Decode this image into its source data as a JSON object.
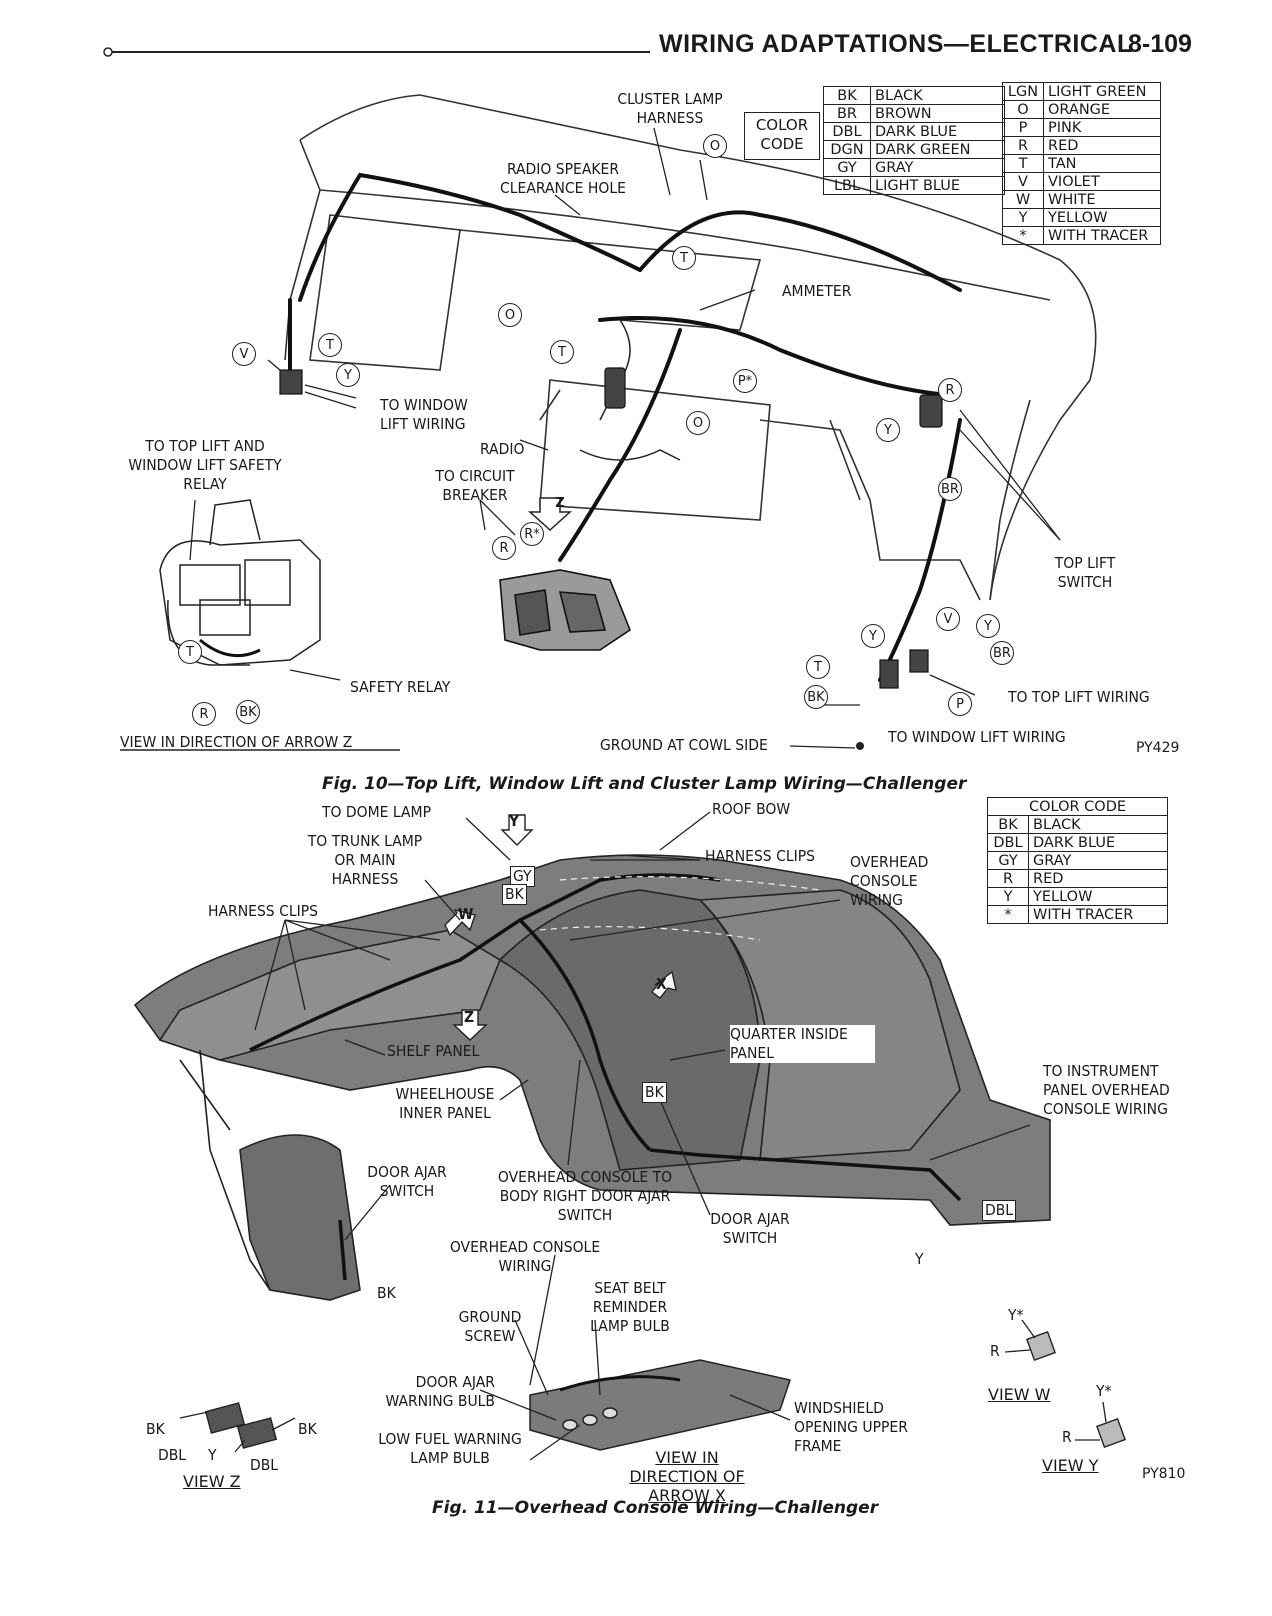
{
  "header": {
    "title": "WIRING ADAPTATIONS—ELECTRICAL",
    "page": "8-109"
  },
  "fig10": {
    "caption": "Fig. 10—Top Lift, Window Lift and Cluster Lamp Wiring—Challenger",
    "code": "PY429",
    "color_code_title": "COLOR CODE",
    "color_code_left": [
      {
        "k": "BK",
        "v": "BLACK"
      },
      {
        "k": "BR",
        "v": "BROWN"
      },
      {
        "k": "DBL",
        "v": "DARK BLUE"
      },
      {
        "k": "DGN",
        "v": "DARK GREEN"
      },
      {
        "k": "GY",
        "v": "GRAY"
      },
      {
        "k": "LBL",
        "v": "LIGHT BLUE"
      }
    ],
    "color_code_right": [
      {
        "k": "LGN",
        "v": "LIGHT GREEN"
      },
      {
        "k": "O",
        "v": "ORANGE"
      },
      {
        "k": "P",
        "v": "PINK"
      },
      {
        "k": "R",
        "v": "RED"
      },
      {
        "k": "T",
        "v": "TAN"
      },
      {
        "k": "V",
        "v": "VIOLET"
      },
      {
        "k": "W",
        "v": "WHITE"
      },
      {
        "k": "Y",
        "v": "YELLOW"
      },
      {
        "k": "*",
        "v": "WITH TRACER"
      }
    ],
    "labels": {
      "cluster_lamp_harness": "CLUSTER LAMP HARNESS",
      "radio_speaker": "RADIO SPEAKER CLEARANCE HOLE",
      "ammeter": "AMMETER",
      "to_window_lift_wiring": "TO WINDOW LIFT WIRING",
      "to_top_lift_relay": "TO TOP LIFT AND WINDOW LIFT SAFETY RELAY",
      "radio": "RADIO",
      "to_circuit_breaker": "TO CIRCUIT BREAKER",
      "top_lift_switch": "TOP LIFT SWITCH",
      "safety_relay": "SAFETY RELAY",
      "to_top_lift_wiring": "TO TOP LIFT WIRING",
      "ground_at_cowl": "GROUND AT COWL SIDE",
      "to_window_lift_wiring_2": "TO WINDOW LIFT WIRING",
      "view_arrow_z": "VIEW IN DIRECTION OF ARROW Z"
    }
  },
  "fig11": {
    "caption": "Fig. 11—Overhead Console Wiring—Challenger",
    "code": "PY810",
    "color_code_title": "COLOR CODE",
    "color_code": [
      {
        "k": "BK",
        "v": "BLACK"
      },
      {
        "k": "DBL",
        "v": "DARK BLUE"
      },
      {
        "k": "GY",
        "v": "GRAY"
      },
      {
        "k": "R",
        "v": "RED"
      },
      {
        "k": "Y",
        "v": "YELLOW"
      },
      {
        "k": "*",
        "v": "WITH TRACER"
      }
    ],
    "labels": {
      "to_dome_lamp": "TO DOME LAMP",
      "roof_bow": "ROOF BOW",
      "to_trunk_lamp": "TO TRUNK LAMP OR MAIN HARNESS",
      "harness_clips_top": "HARNESS CLIPS",
      "overhead_console_wiring": "OVERHEAD CONSOLE WIRING",
      "harness_clips_left": "HARNESS CLIPS",
      "shelf_panel": "SHELF PANEL",
      "quarter_inside_panel": "QUARTER INSIDE PANEL",
      "wheelhouse": "WHEELHOUSE INNER PANEL",
      "to_instrument_panel": "TO INSTRUMENT PANEL OVERHEAD CONSOLE WIRING",
      "door_ajar_switch_left": "DOOR AJAR SWITCH",
      "overhead_to_body": "OVERHEAD CONSOLE TO BODY RIGHT DOOR AJAR SWITCH",
      "door_ajar_switch_right": "DOOR AJAR SWITCH",
      "overhead_console_wiring_2": "OVERHEAD CONSOLE WIRING",
      "seat_belt": "SEAT BELT REMINDER LAMP BULB",
      "ground_screw": "GROUND SCREW",
      "door_ajar_bulb": "DOOR AJAR WARNING BULB",
      "windshield": "WINDSHIELD OPENING UPPER FRAME",
      "low_fuel": "LOW FUEL WARNING LAMP BULB",
      "view_arrow_x": "VIEW IN DIRECTION OF ARROW X",
      "view_z": "VIEW Z",
      "view_w": "VIEW W",
      "view_y": "VIEW Y"
    }
  }
}
